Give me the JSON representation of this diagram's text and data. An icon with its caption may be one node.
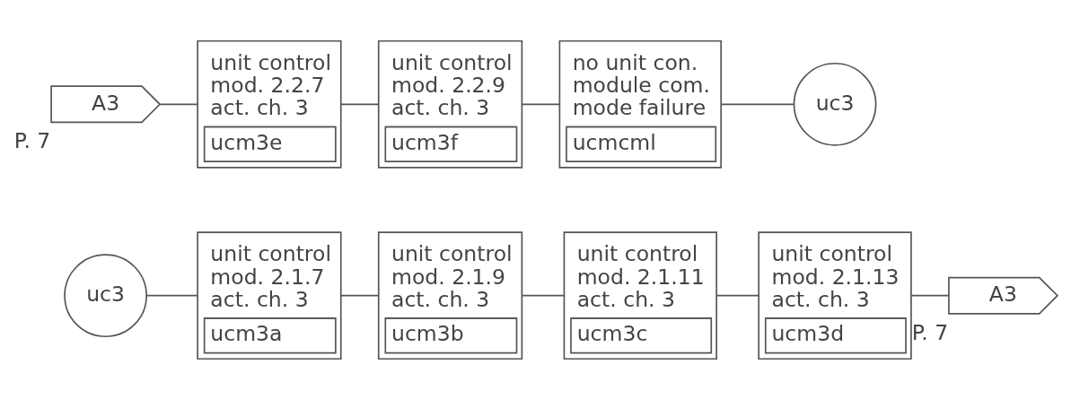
{
  "diagram": {
    "nodes": [
      {
        "text": [
          "uc3"
        ]
      },
      {
        "text": [
          "unit control mod. 2.1.7 act. ch. 3",
          "ucm3a"
        ]
      },
      {
        "text": [
          "unit control mod. 2.1.9 act. ch. 3",
          "ucm3b"
        ]
      },
      {
        "text": [
          "unit control mod. 2.1.11 act. ch. 3",
          "ucm3c"
        ]
      },
      {
        "text": [
          "unit control mod. 2.1.13 act. ch. 3",
          "ucm3d"
        ]
      },
      {
        "text": [
          "A3"
        ],
        "beside": [
          "P. 7"
        ]
      },
      {
        "text": [
          "A3"
        ],
        "beside": [
          "P. 7"
        ]
      },
      {
        "text": [
          "unit control mod. 2.2.7 act. ch. 3",
          "ucm3e"
        ]
      },
      {
        "text": [
          "unit control mod. 2.2.9 act. ch. 3",
          "ucm3f"
        ]
      },
      {
        "text": [
          "no unit con. module com. mode failure",
          "ucmcml"
        ]
      },
      {
        "text": [
          "uc3"
        ]
      }
    ],
    "edges": [
      {
        "from": 0,
        "to": 1,
        "arrow": "none"
      },
      {
        "from": 1,
        "to": 2,
        "arrow": "none"
      },
      {
        "from": 2,
        "to": 3,
        "arrow": "none"
      },
      {
        "from": 3,
        "to": 4,
        "arrow": "none"
      },
      {
        "from": 4,
        "to": 5,
        "arrow": "none"
      },
      {
        "from": 6,
        "to": 7,
        "arrow": "none"
      },
      {
        "from": 7,
        "to": 8,
        "arrow": "none"
      },
      {
        "from": 8,
        "to": 9,
        "arrow": "none"
      },
      {
        "from": 9,
        "to": 10,
        "arrow": "none"
      }
    ]
  }
}
